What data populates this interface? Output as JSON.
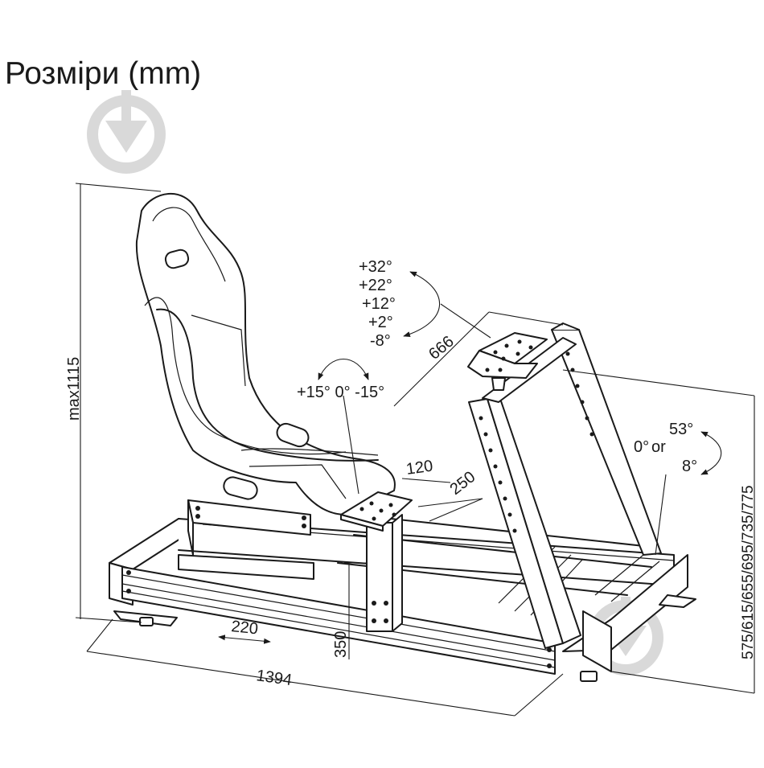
{
  "title": "Розміри (mm)",
  "dimensions": {
    "height_max": "max1115",
    "length": "1394",
    "seat_slide": "220",
    "pedal_height": "350",
    "pedal_plate_depth": "120",
    "pedal_plate_travel": "250",
    "wheel_mount_width": "666",
    "wheel_heights": "575/615/655/695/735/775"
  },
  "angles": {
    "wheel_tilt": [
      "+32°",
      "+22°",
      "+12°",
      "+2°",
      "-8°"
    ],
    "pedal_tilt": "+15° 0° -15°",
    "column_tilt_top": "53°",
    "column_tilt_left": "0°",
    "column_tilt_or": "or",
    "column_tilt_bottom": "8°"
  },
  "watermark_icon": "download-arrow-icon"
}
